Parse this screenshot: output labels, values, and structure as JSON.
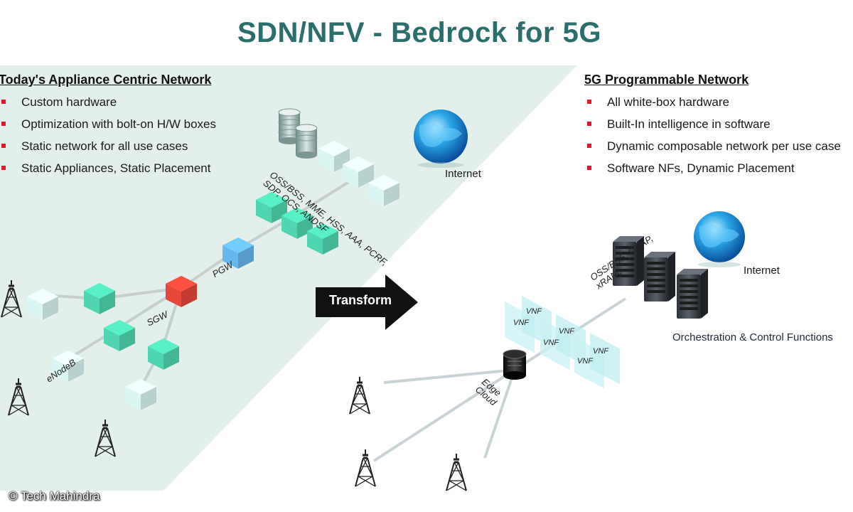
{
  "title": "SDN/NFV - Bedrock for 5G",
  "left_panel": {
    "heading": "Today's Appliance Centric Network",
    "bullets": [
      "Custom hardware",
      "Optimization with bolt-on H/W boxes",
      "Static network for all use cases",
      "Static Appliances, Static Placement"
    ],
    "labels": {
      "core_functions": "OSS/BSS, MME, HSS, AAA, PCRF, SDP, OCS, ANDSF",
      "pgw": "PGW",
      "sgw": "SGW",
      "enodeb": "eNodeB",
      "internet": "Internet"
    }
  },
  "right_panel": {
    "heading": "5G Programmable Network",
    "bullets": [
      "All white-box hardware",
      "Built-In intelligence in software",
      "Dynamic composable network per use case",
      "Software NFs, Dynamic Placement"
    ],
    "labels": {
      "internet": "Internet",
      "oss_onap": "OSS/BSS, ONAP, xRANc",
      "orchestration": "Orchestration & Control Functions",
      "edge_cloud": "Edge Cloud",
      "vnf": "VNF"
    }
  },
  "transform_label": "Transform",
  "copyright": "© Tech Mahindra",
  "colors": {
    "title": "#2c6e6b",
    "panel_bg": "#e3efea",
    "bullet": "#e0182d",
    "cube_green": "#4fd6b0",
    "cube_pale": "#d9f6f3",
    "cube_blue": "#66b7ec",
    "cube_red": "#e6473a",
    "arrow": "#111111"
  }
}
